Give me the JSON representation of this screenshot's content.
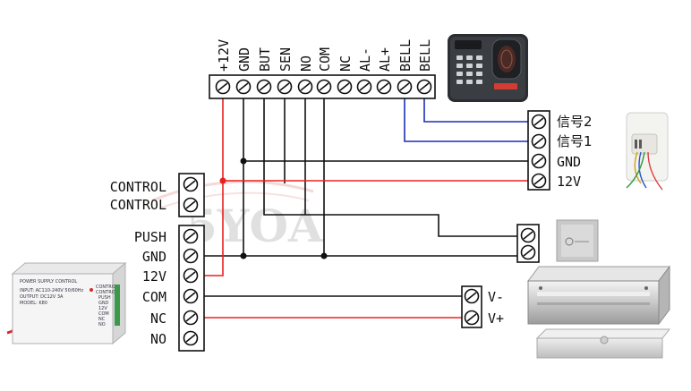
{
  "top_terminals": {
    "labels": [
      "+12V",
      "GND",
      "BUT",
      "SEN",
      "NO",
      "COM",
      "NC",
      "AL-",
      "AL+",
      "BELL",
      "BELL"
    ]
  },
  "left_control_labels": [
    "CONTROL",
    "CONTROL"
  ],
  "left_terminals": {
    "labels": [
      "PUSH",
      "GND",
      "12V",
      "COM",
      "NC",
      "NO"
    ]
  },
  "doorbell_terminals": {
    "labels": [
      "信号2",
      "信号1",
      "GND",
      "12V"
    ]
  },
  "lock_terminals": {
    "labels": [
      "V-",
      "V+"
    ]
  },
  "watermark": "5YOA",
  "power_supply": {
    "title": "POWER SUPPLY CONTROL",
    "lines": [
      "INPUT: AC110-240V 50/60Hz",
      "OUTPUT: DC12V 3A",
      "MODEL: K80"
    ],
    "side_labels": [
      "CONTROL",
      "CONTROL",
      "PUSH",
      "GND",
      "12V",
      "COM",
      "NC",
      "NO"
    ]
  },
  "colors": {
    "red_wire": "#e8201e",
    "blue_wire": "#1a2fb5",
    "black_wire": "#111111"
  },
  "icons": [
    "fingerprint-reader-icon",
    "doorbell-icon",
    "exit-button-icon",
    "magnetic-lock-icon",
    "power-supply-box-icon"
  ]
}
